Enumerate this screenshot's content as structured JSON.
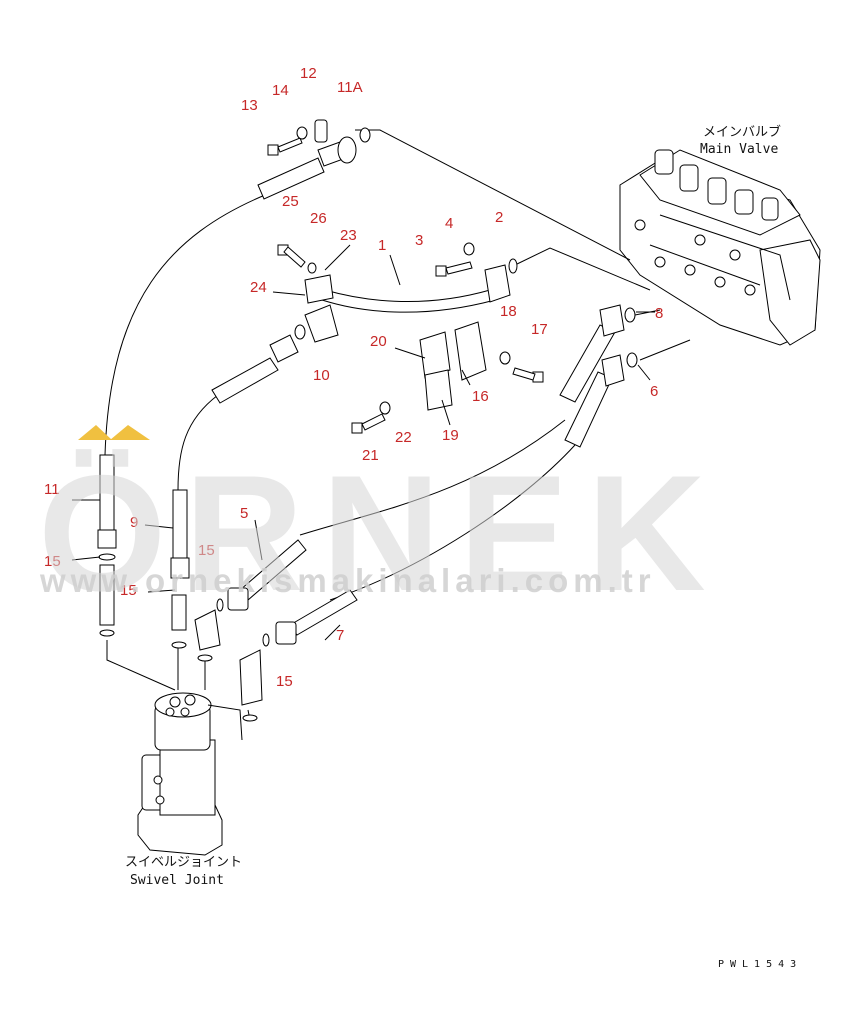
{
  "watermark": {
    "brand": "ÖRNEK",
    "url": "www.ornekismakinalari.com.tr",
    "accent": "#f0c040"
  },
  "main_valve": {
    "label_jp": "メインバルブ",
    "label_en": "Main Valve"
  },
  "swivel_joint": {
    "label_jp": "スイベルジョイント",
    "label_en": "Swivel Joint"
  },
  "drawing_code": "PWL1543",
  "callouts": {
    "c1": "1",
    "c2": "2",
    "c3": "3",
    "c4": "4",
    "c5": "5",
    "c6": "6",
    "c7": "7",
    "c8": "8",
    "c9": "9",
    "c10": "10",
    "c11": "11",
    "c11a": "11A",
    "c12": "12",
    "c13": "13",
    "c14": "14",
    "c15a": "15",
    "c15b": "15",
    "c15c": "15",
    "c15d": "15",
    "c16": "16",
    "c17": "17",
    "c18": "18",
    "c19": "19",
    "c20": "20",
    "c21": "21",
    "c22": "22",
    "c23": "23",
    "c24": "24",
    "c25": "25",
    "c26": "26"
  },
  "colors": {
    "callout": "#c62828",
    "line": "#000000",
    "watermark": "#d7d7d7"
  }
}
